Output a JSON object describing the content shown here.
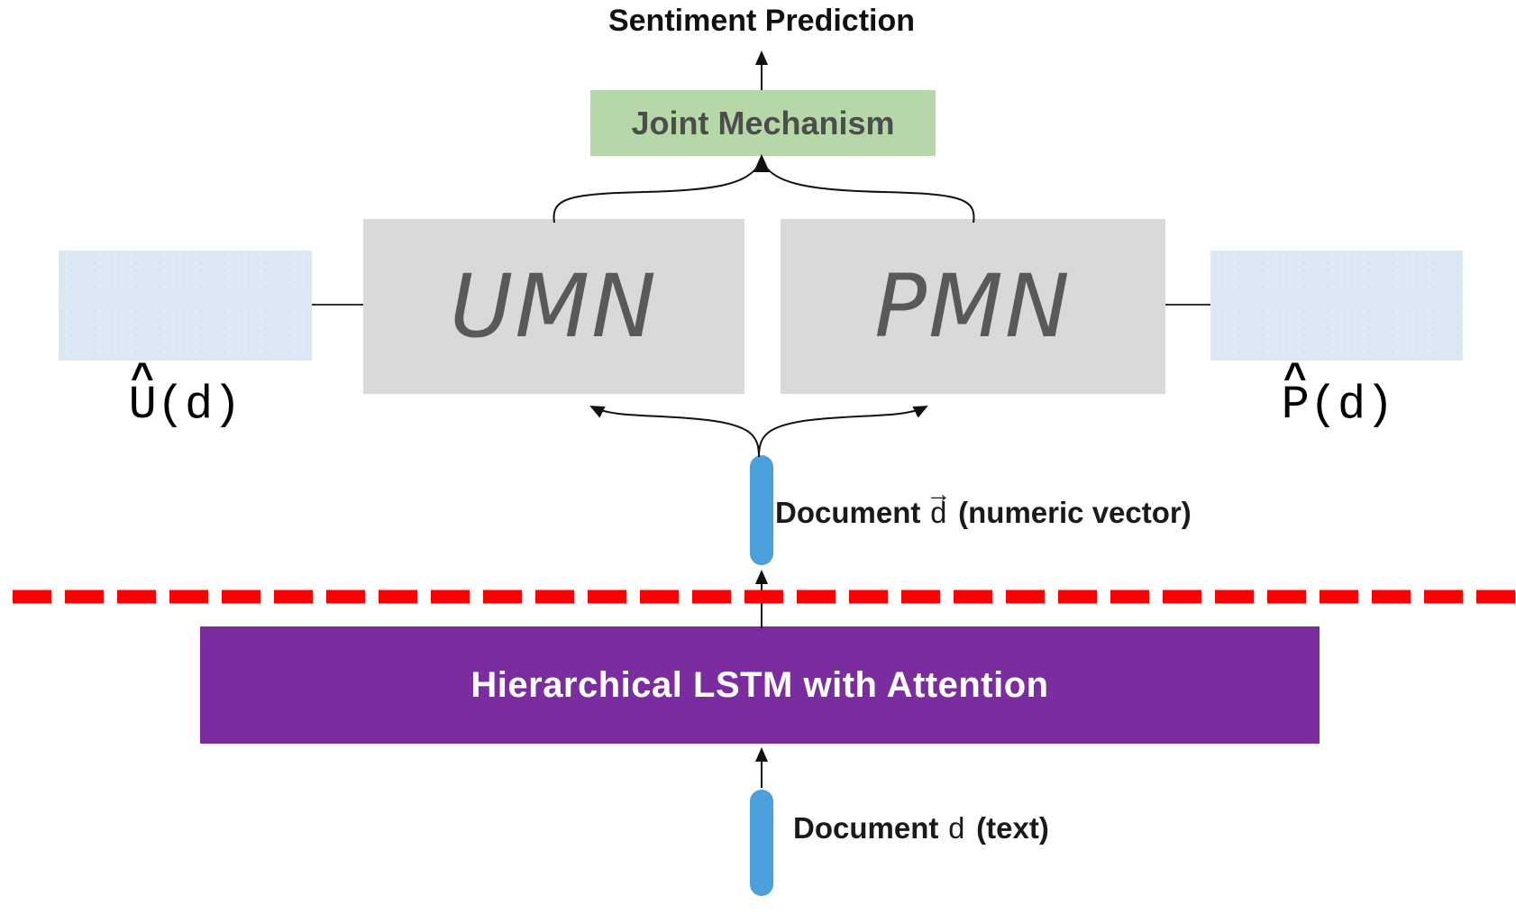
{
  "colors": {
    "green_box": "#b6d7a8",
    "gray_box": "#d9d9d9",
    "blue_output_box": "#dce9f5",
    "capsule_blue": "#4b9fda",
    "purple_box": "#7b2da0",
    "dashed_line_red": "#fa0202",
    "box_text_gray": "#4d4d4d",
    "mn_text_gray": "#595959"
  },
  "header": {
    "title": "Sentiment Prediction"
  },
  "joint_mechanism": {
    "label": "Joint Mechanism"
  },
  "umn": {
    "label": "UMN"
  },
  "pmn": {
    "label": "PMN"
  },
  "left_output": {
    "hat": "^",
    "letter": "U",
    "suffix": "(d)"
  },
  "right_output": {
    "hat": "^",
    "letter": "P",
    "suffix": "(d)"
  },
  "document_vector": {
    "prefix": "Document",
    "variable": "d",
    "vector_arrow": "→",
    "suffix": "(numeric vector)"
  },
  "lstm": {
    "label": "Hierarchical LSTM with Attention"
  },
  "document_text": {
    "prefix": "Document",
    "variable": "d",
    "suffix": "(text)"
  }
}
